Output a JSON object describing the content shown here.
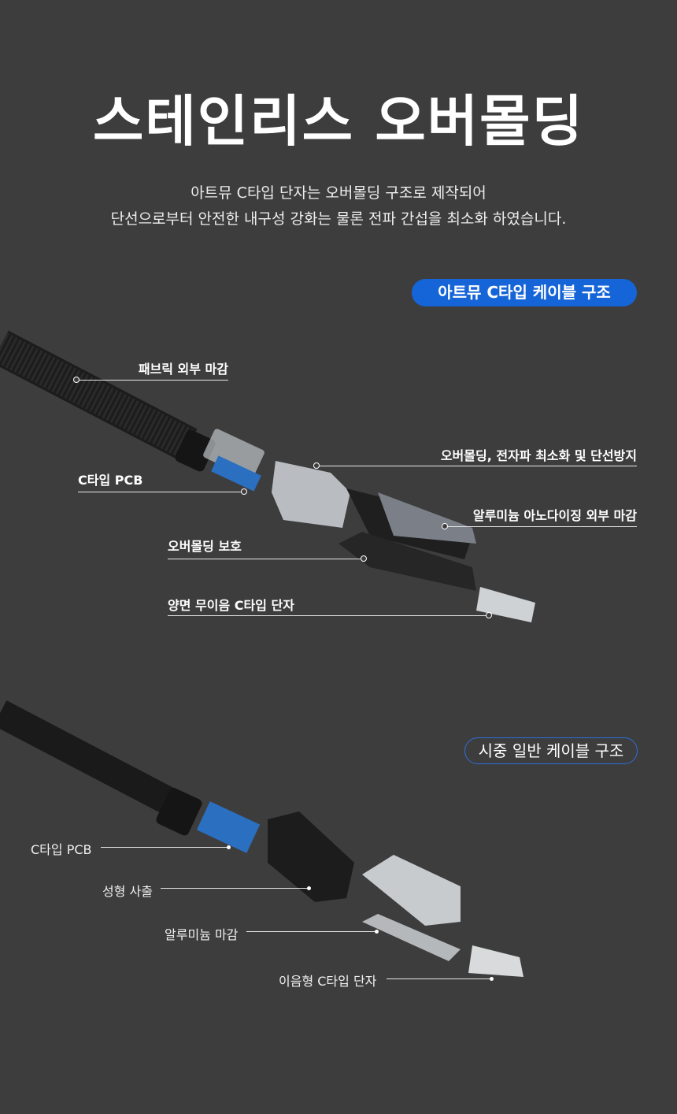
{
  "title": "스테인리스 오버몰딩",
  "subtitle": [
    "아트뮤 C타입 단자는 오버몰딩 구조로 제작되어",
    "단선으로부터 안전한 내구성 강화는 물론 전파 간섭을 최소화 하였습니다."
  ],
  "artmu": {
    "badge": "아트뮤 C타입 케이블 구조",
    "labels": [
      "패브릭 외부 마감",
      "C타입 PCB",
      "오버몰딩, 전자파 최소화 및 단선방지",
      "알루미늄 아노다이징 외부 마감",
      "오버몰딩 보호",
      "양면 무이음 C타입 단자"
    ]
  },
  "generic": {
    "badge": "시중 일반 케이블 구조",
    "labels": [
      "C타입 PCB",
      "성형 사출",
      "알루미늄 마감",
      "이음형 C타입 단자"
    ]
  },
  "colors": {
    "background": "#3d3d3d",
    "accent": "#1565d8"
  }
}
